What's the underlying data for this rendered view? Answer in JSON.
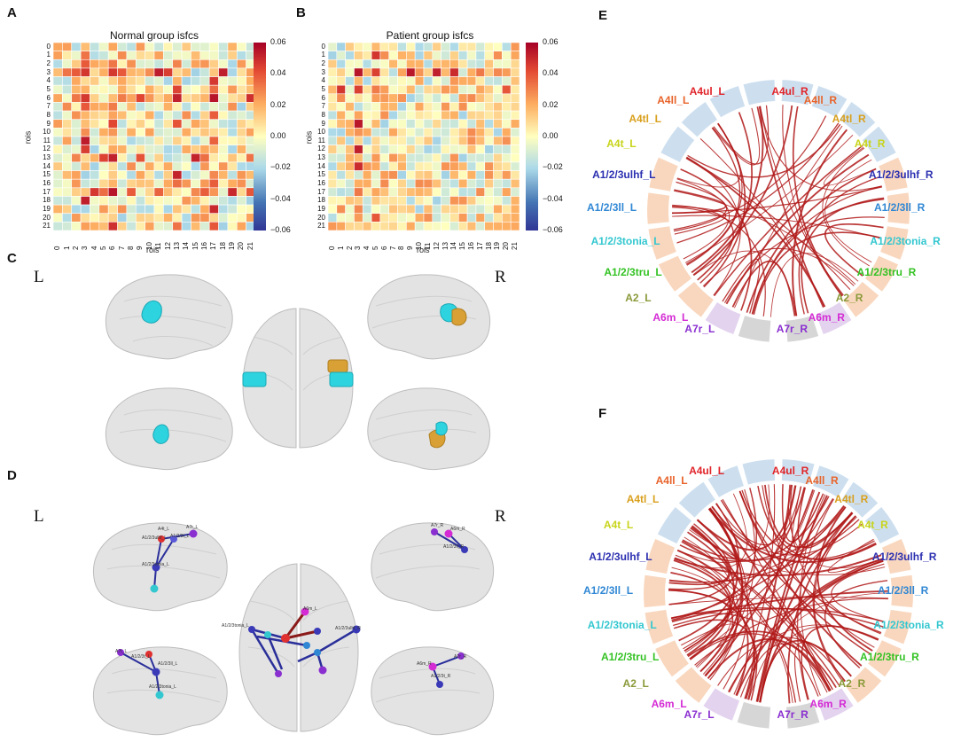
{
  "panels": {
    "A": "A",
    "B": "B",
    "C": "C",
    "D": "D",
    "E": "E",
    "F": "F"
  },
  "heatmap_a": {
    "title": "Normal group isfcs",
    "xlabel": "rois",
    "ylabel": "rois"
  },
  "heatmap_b": {
    "title": "Patient group isfcs",
    "xlabel": "rois",
    "ylabel": "rois"
  },
  "roi_ticks": [
    "0",
    "1",
    "2",
    "3",
    "4",
    "5",
    "6",
    "7",
    "8",
    "9",
    "10",
    "11",
    "12",
    "13",
    "14",
    "15",
    "16",
    "17",
    "18",
    "19",
    "20",
    "21"
  ],
  "colorbar_ticks": [
    "0.06",
    "0.04",
    "0.02",
    "0.00",
    "−0.02",
    "−0.04",
    "−0.06"
  ],
  "hemispheres": {
    "left": "L",
    "right": "R"
  },
  "colors": {
    "cyan_region": "#2ed3e0",
    "orange_region": "#d9a035",
    "chord": "#b01818",
    "edge_blue": "#2a2f9a",
    "edge_red": "#8b1a1a"
  },
  "ring_labels": [
    {
      "text": "A4ul_L",
      "color": "#e0242a"
    },
    {
      "text": "A4ul_R",
      "color": "#e0242a"
    },
    {
      "text": "A4ll_L",
      "color": "#e8632a"
    },
    {
      "text": "A4ll_R",
      "color": "#e8632a"
    },
    {
      "text": "A4tl_L",
      "color": "#d9a01d"
    },
    {
      "text": "A4tl_R",
      "color": "#d9a01d"
    },
    {
      "text": "A4t_L",
      "color": "#c8d41a"
    },
    {
      "text": "A4t_R",
      "color": "#c8d41a"
    },
    {
      "text": "A1/2/3ulhf_L",
      "color": "#2b2fb0"
    },
    {
      "text": "A1/2/3ulhf_R",
      "color": "#2b2fb0"
    },
    {
      "text": "A1/2/3ll_L",
      "color": "#2f87d4"
    },
    {
      "text": "A1/2/3ll_R",
      "color": "#2f87d4"
    },
    {
      "text": "A1/2/3tonia_L",
      "color": "#33c7d0"
    },
    {
      "text": "A1/2/3tonia_R",
      "color": "#33c7d0"
    },
    {
      "text": "A1/2/3tru_L",
      "color": "#34c224"
    },
    {
      "text": "A1/2/3tru_R",
      "color": "#34c224"
    },
    {
      "text": "A2_L",
      "color": "#8a9a3a"
    },
    {
      "text": "A2_R",
      "color": "#8a9a3a"
    },
    {
      "text": "A6m_L",
      "color": "#d42bd4"
    },
    {
      "text": "A6m_R",
      "color": "#d42bd4"
    },
    {
      "text": "A7r_L",
      "color": "#8a2fd0"
    },
    {
      "text": "A7r_R",
      "color": "#8a2fd0"
    }
  ],
  "d_labels": {
    "l_top": [
      "A4t_L",
      "A1/2/3t_L",
      "A1/2/3ulhf_L",
      "A1/2/3tonia_L",
      "A7r_L"
    ],
    "r_top": [
      "A7r_R",
      "A6m_R",
      "A1/2/3ll_R"
    ],
    "center": [
      "A1/2/3tonia_L",
      "A6m_L",
      "A1/2/3ulhf_R"
    ],
    "l_bot": [
      "A7r_L",
      "A1/2/3t_L",
      "A1/2/3ll_L",
      "A1/2/3tonia_L"
    ],
    "r_bot": [
      "A6m_R",
      "A1/2/3t_R",
      "A7r_R"
    ]
  }
}
